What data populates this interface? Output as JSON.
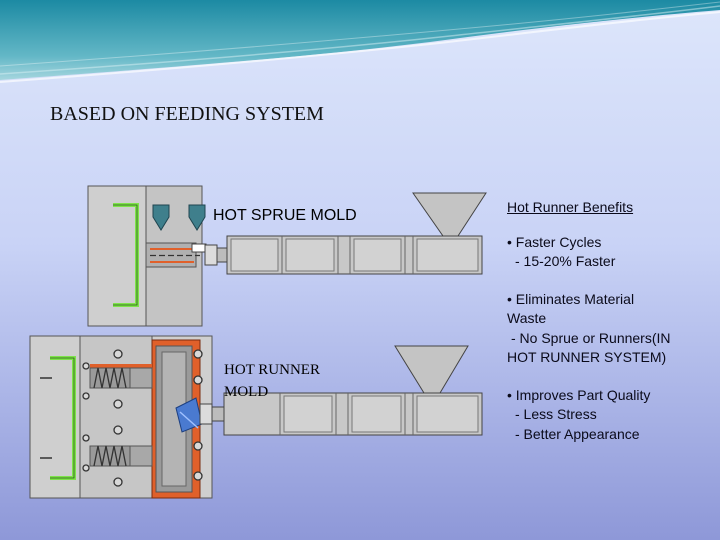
{
  "slide": {
    "title": "BASED ON FEEDING SYSTEM"
  },
  "diagram": {
    "hot_sprue_label": "HOT SPRUE MOLD",
    "hot_runner_label": [
      "HOT RUNNER",
      "MOLD"
    ]
  },
  "benefits": {
    "heading": "Hot Runner Benefits",
    "items": [
      {
        "lines": [
          "• Faster Cycles",
          "  - 15-20% Faster"
        ]
      },
      {
        "lines": [
          "• Eliminates Material",
          "Waste",
          "  - No Sprue or Runners(IN",
          "HOT RUNNER SYSTEM)"
        ]
      },
      {
        "lines": [
          "• Improves Part Quality",
          "  -  Less Stress",
          "  - Better Appearance"
        ]
      }
    ]
  },
  "colors": {
    "mold_plate": "#c8c8c8",
    "part_green": "#7ee34a",
    "arrow_teal": "#3f7f8c",
    "manifold_orange": "#e0602a",
    "nozzle_blue": "#4a7ad0"
  }
}
